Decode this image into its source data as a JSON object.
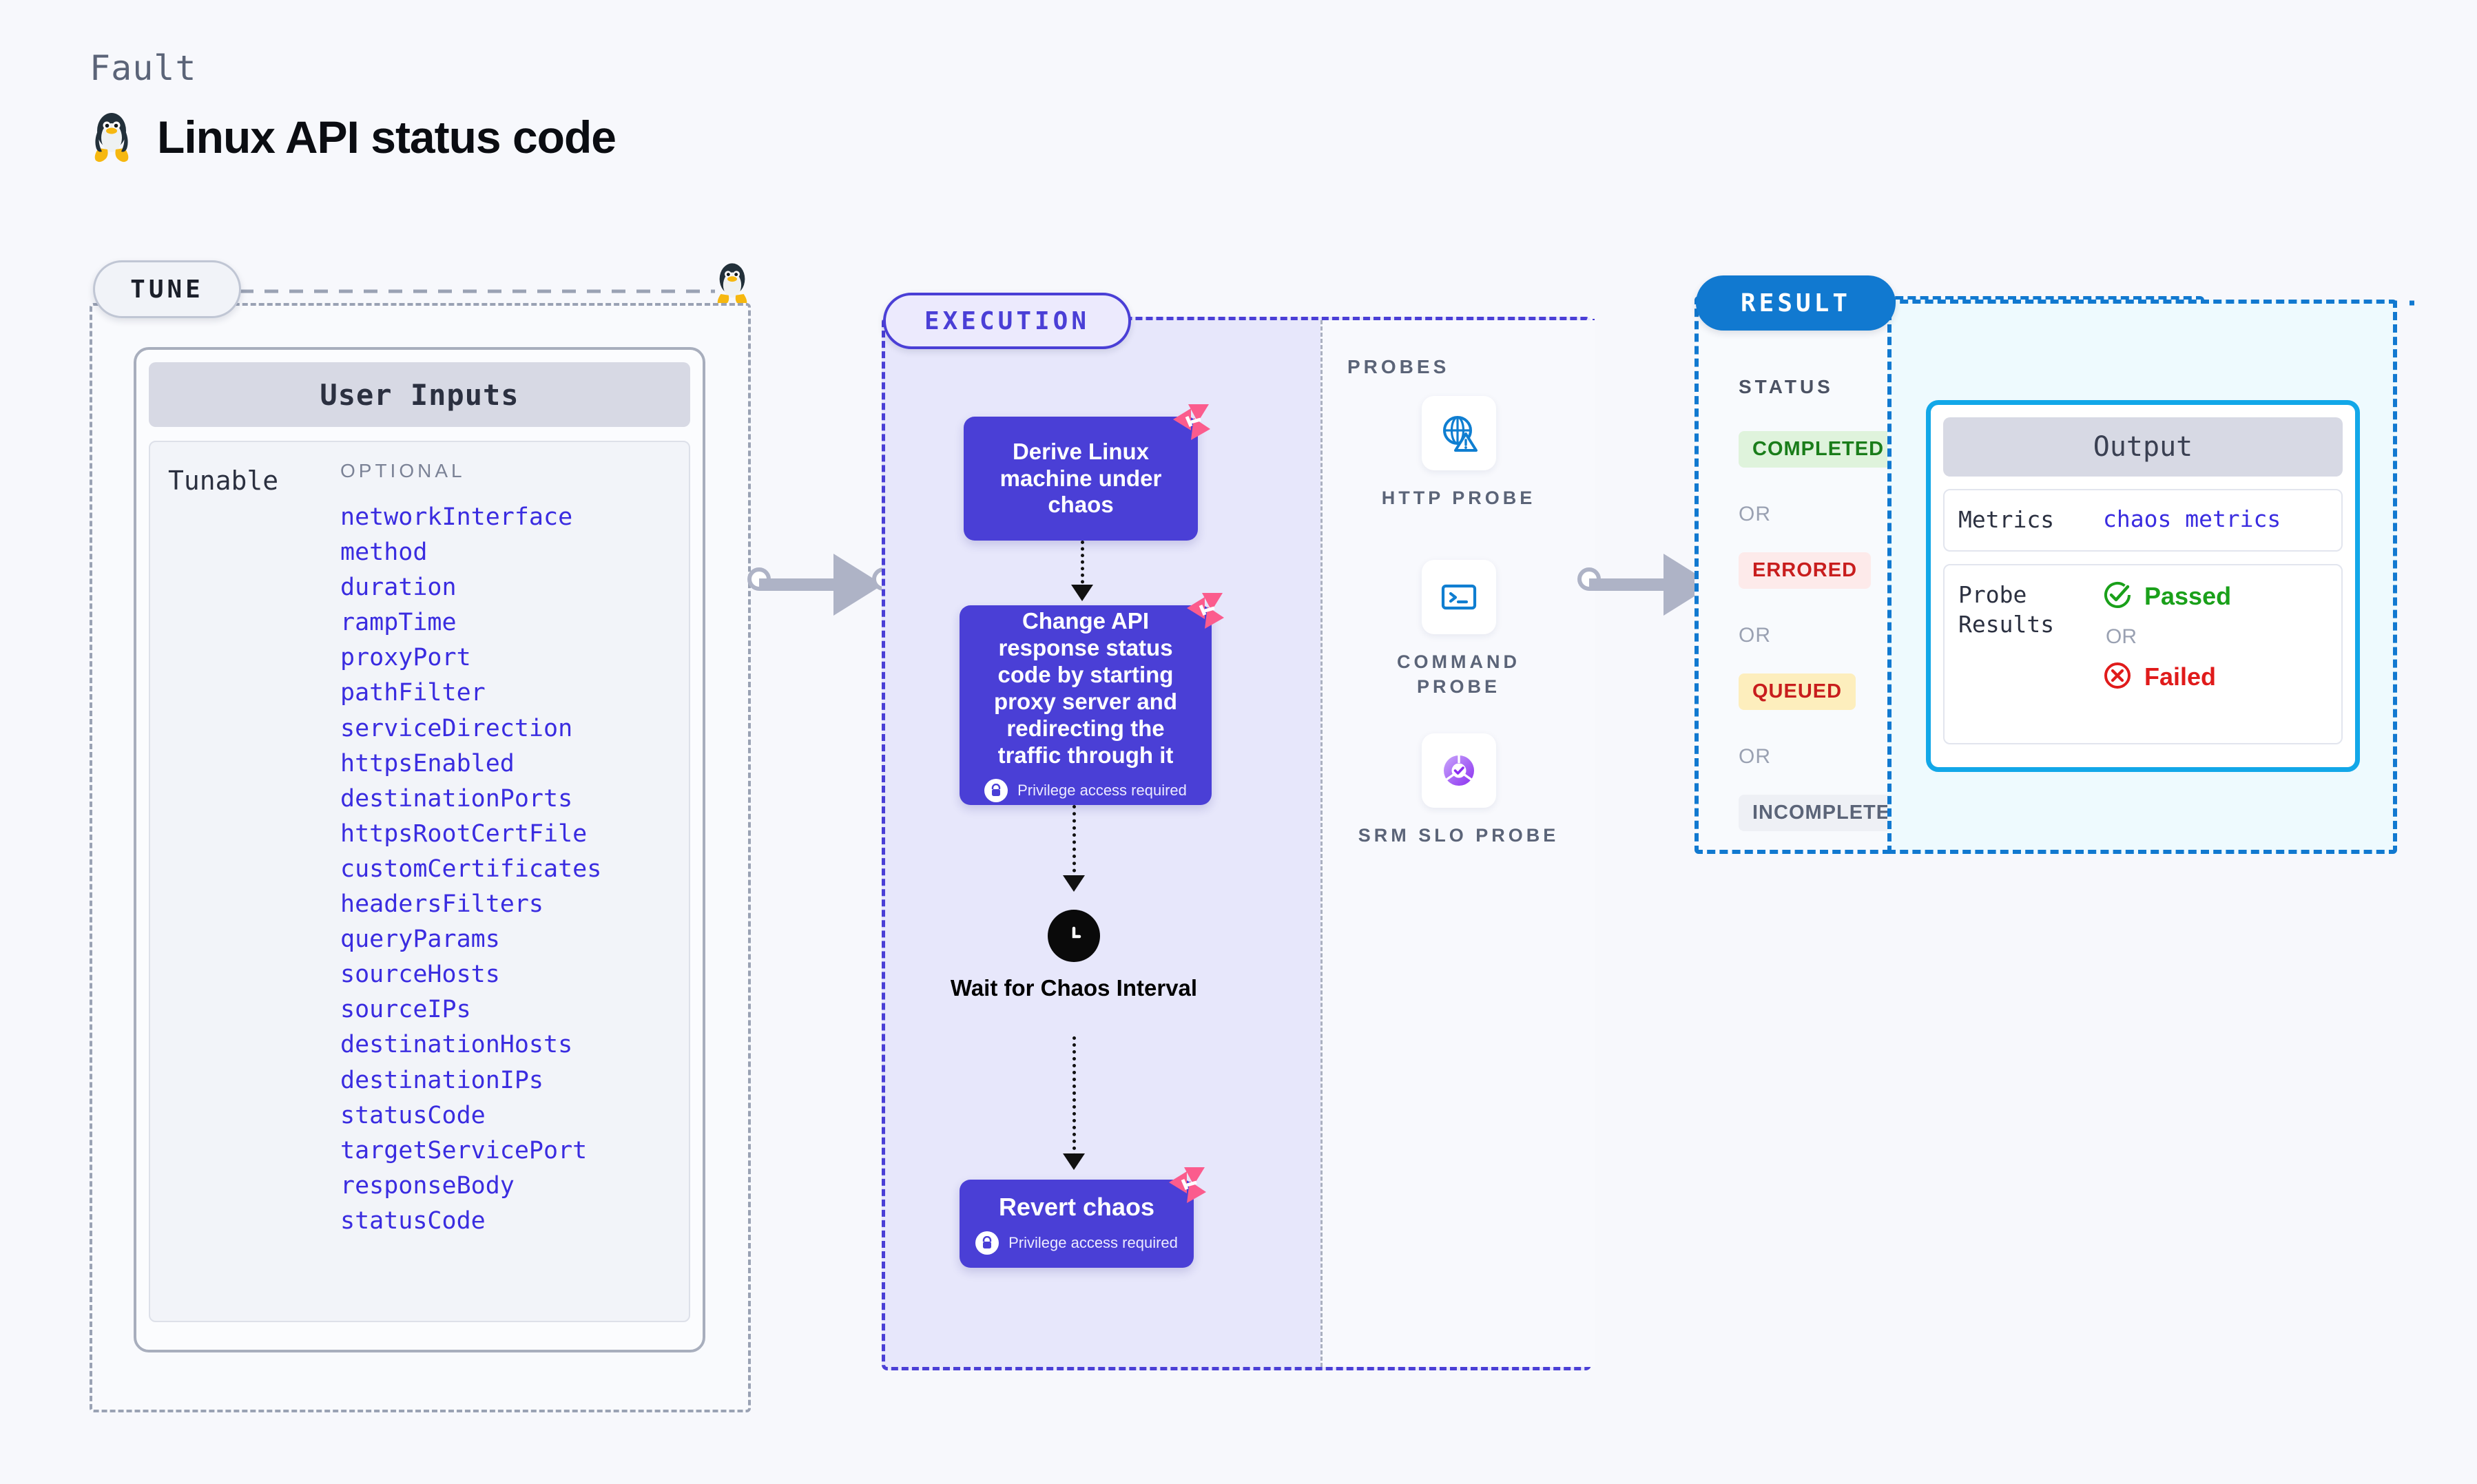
{
  "header": {
    "eyebrow": "Fault",
    "title": "Linux API status code",
    "icon": "linux-penguin-icon"
  },
  "tune": {
    "pill_label": "TUNE",
    "card_title": "User Inputs",
    "tunable_label": "Tunable",
    "optional_label": "OPTIONAL",
    "items": [
      "networkInterface",
      "method",
      "duration",
      "rampTime",
      "proxyPort",
      "pathFilter",
      "serviceDirection",
      "httpsEnabled",
      "destinationPorts",
      "httpsRootCertFile",
      "customCertificates",
      "headersFilters",
      "queryParams",
      "sourceHosts",
      "sourceIPs",
      "destinationHosts",
      "destinationIPs",
      "statusCode",
      "targetServicePort",
      "responseBody",
      "statusCode"
    ]
  },
  "execution": {
    "pill_label": "EXECUTION",
    "nodes": [
      {
        "title": "Derive Linux machine under chaos",
        "privilege": null,
        "chaos_badge": true
      },
      {
        "title": "Change API response status code by starting proxy server and redirecting the traffic through it",
        "privilege": "Privilege access required",
        "chaos_badge": true
      },
      {
        "title": "Revert chaos",
        "privilege": "Privilege access required",
        "chaos_badge": true
      }
    ],
    "wait_step": {
      "label": "Wait for Chaos Interval",
      "icon": "clock-icon"
    },
    "probes": {
      "label": "PROBES",
      "items": [
        {
          "name": "HTTP PROBE",
          "icon": "globe-warning-icon"
        },
        {
          "name": "COMMAND PROBE",
          "icon": "terminal-icon"
        },
        {
          "name": "SRM SLO PROBE",
          "icon": "slo-donut-check-icon"
        }
      ]
    }
  },
  "result": {
    "pill_label": "RESULT",
    "status_label": "STATUS",
    "or_label": "OR",
    "statuses": [
      {
        "text": "COMPLETED",
        "color": "#1a7d1a",
        "bg": "#dff3dc"
      },
      {
        "text": "ERRORED",
        "color": "#c81d1d",
        "bg": "#fdeaea"
      },
      {
        "text": "QUEUED",
        "color": "#c81d1d",
        "bg": "#fdeebd"
      },
      {
        "text": "INCOMPLETED",
        "color": "#5b6478",
        "bg": "#eef0f5"
      }
    ]
  },
  "output": {
    "title": "Output",
    "metrics_key": "Metrics",
    "metrics_value": "chaos metrics",
    "probe_results_key": "Probe Results",
    "passed_label": "Passed",
    "failed_label": "Failed",
    "or_label": "OR",
    "passed_color": "#1aa01a",
    "failed_color": "#e01b1b"
  },
  "colors": {
    "accent_purple": "#4a3fd6",
    "accent_blue": "#1179d0",
    "accent_cyan": "#12a7e8",
    "chaos_pink": "#fb5c8d",
    "code_blue": "#3a2ce0"
  }
}
